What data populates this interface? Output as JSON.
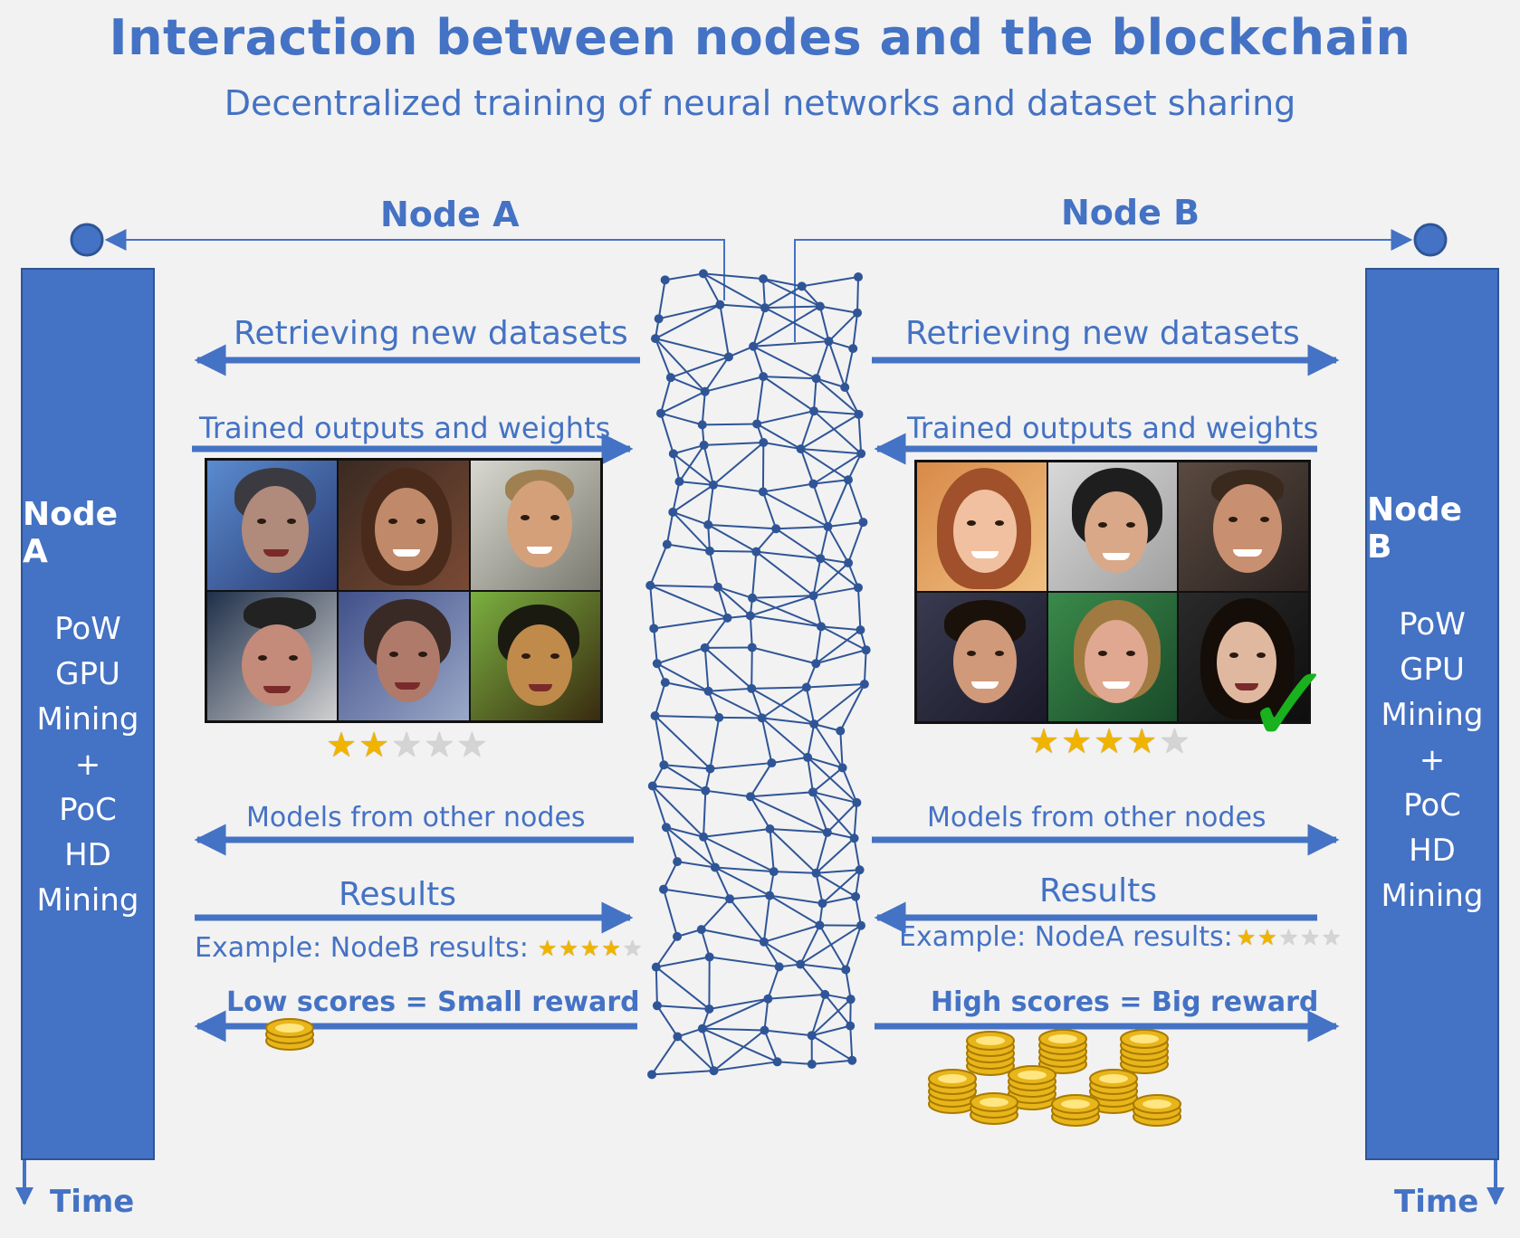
{
  "title": "Interaction between nodes and the blockchain",
  "subtitle": "Decentralized training of neural networks and dataset sharing",
  "left_column": {
    "node_label_top": "Node A",
    "title": "Node A",
    "lines": [
      "PoW",
      "GPU",
      "Mining",
      "+",
      "PoC",
      "HD",
      "Mining"
    ],
    "time": "Time"
  },
  "right_column": {
    "node_label_top": "Node B",
    "title": "Node B",
    "lines": [
      "PoW",
      "GPU",
      "Mining",
      "+",
      "PoC",
      "HD",
      "Mining"
    ],
    "time": "Time"
  },
  "left_flows": {
    "retrieving": "Retrieving new datasets",
    "trained": "Trained outputs and weights",
    "models": "Models from other nodes",
    "results": "Results",
    "example": "Example: NodeB results:",
    "example_stars": 4,
    "reward": "Low scores = Small reward",
    "image_stars": 2
  },
  "right_flows": {
    "retrieving": "Retrieving new datasets",
    "trained": "Trained outputs and weights",
    "models": "Models from other nodes",
    "results": "Results",
    "example": "Example: NodeA results:",
    "example_stars": 2,
    "reward": "High scores = Big reward",
    "image_stars": 4
  },
  "colors": {
    "accent": "#4472c4",
    "background": "#f2f2f2",
    "check": "#19b11d",
    "star": "#f0b400",
    "coin": "#e8b51a"
  },
  "icons": {
    "check": "check-mark-icon",
    "star": "star-icon",
    "coins": "gold-coin-stack-icon"
  }
}
